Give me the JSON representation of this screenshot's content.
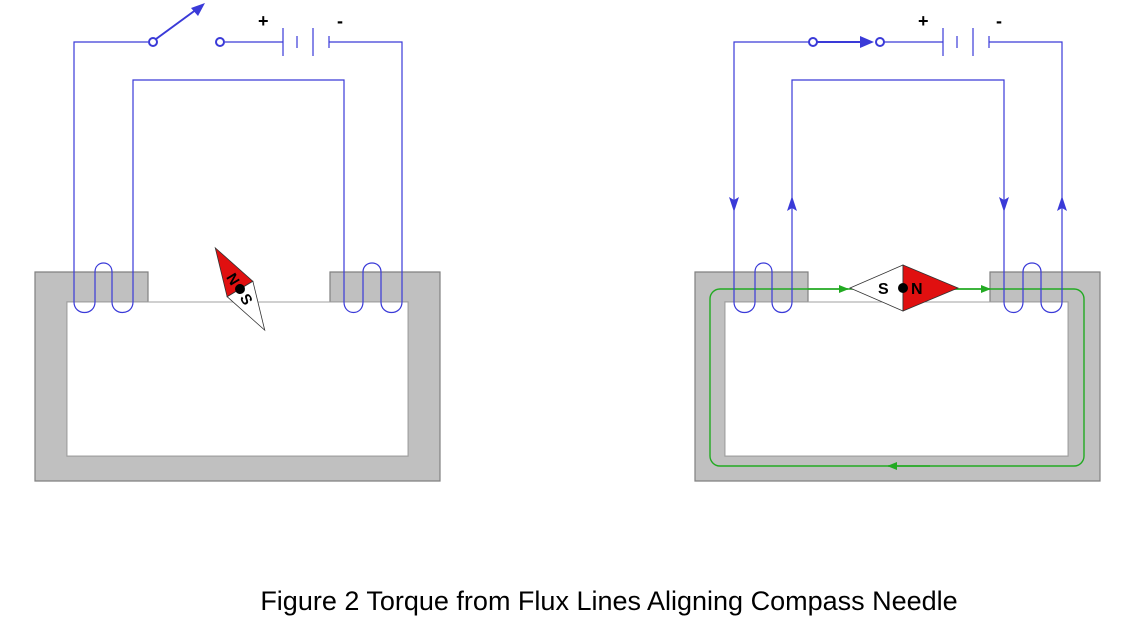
{
  "colors": {
    "wire": "#3a3ad8",
    "core": "#c0c0c0",
    "core_edge": "#808080",
    "flux": "#22aa22",
    "north": "#e01010"
  },
  "left_panel": {
    "switch_state": "open",
    "battery": {
      "plus": "+",
      "minus": "-"
    },
    "compass": {
      "north": "N",
      "south": "S"
    }
  },
  "right_panel": {
    "switch_state": "closed",
    "battery": {
      "plus": "+",
      "minus": "-"
    },
    "compass": {
      "north": "N",
      "south": "S"
    }
  },
  "caption": "Figure 2 Torque from Flux Lines Aligning Compass Needle"
}
